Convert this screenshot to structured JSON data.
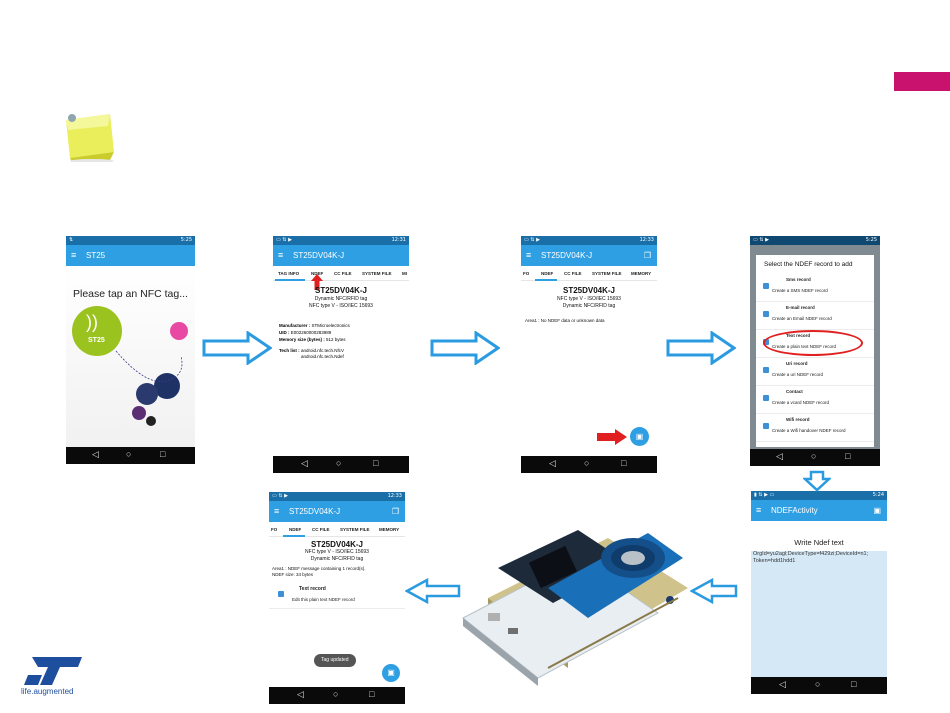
{
  "colors": {
    "accent": "#c8126e",
    "appbar": "#2f9fe3",
    "statusbar": "#1a6fa8",
    "arrow": "#2a9be0",
    "red": "#e02020"
  },
  "phone1": {
    "status_time": "5:25",
    "app_title": "ST25",
    "prompt": "Please tap an NFC tag...",
    "logo_text": "ST25"
  },
  "phone2": {
    "status_time": "12:31",
    "app_title": "ST25DV04K-J",
    "tabs": [
      "TAG INFO",
      "NDEF",
      "CC FILE",
      "SYSTEM FILE",
      "MI"
    ],
    "tag_name": "ST25DV04K-J",
    "line1": "Dynamic NFC/RFID tag",
    "line2": "NFC type V - ISO/IEC 15693",
    "manufacturer_label": "Manufacturer :",
    "manufacturer_value": "STMicroelectronics",
    "uid_label": "UID :",
    "uid_value": "E002260000283989",
    "memory_label": "Memory size (bytes) :",
    "memory_value": "512 bytes",
    "tech_label": "Tech list :",
    "tech_value1": "android.nfc.tech.NfcV",
    "tech_value2": "android.nfc.tech.Ndef"
  },
  "phone3": {
    "status_time": "12:33",
    "app_title": "ST25DV04K-J",
    "tabs": [
      "FO",
      "NDEF",
      "CC FILE",
      "SYSTEM FILE",
      "MEMORY"
    ],
    "tag_name": "ST25DV04K-J",
    "line1": "NFC type V - ISO/IEC 15693",
    "line2": "Dynamic NFC/RFID tag",
    "area_text": "Area1 : No NDEF data or unknown data"
  },
  "phone4": {
    "status_time": "5:25",
    "dialog_title": "Select the NDEF record to add",
    "records": [
      {
        "title": "Sms record",
        "subtitle": "Create a SMS NDEF record"
      },
      {
        "title": "E-mail record",
        "subtitle": "Create an Email NDEF record"
      },
      {
        "title": "Text record",
        "subtitle": "Create a plain text NDEF record"
      },
      {
        "title": "Uri record",
        "subtitle": "Create a uri NDEF record"
      },
      {
        "title": "Contact",
        "subtitle": "Create a vcard NDEF record"
      },
      {
        "title": "Wifi record",
        "subtitle": "Create a Wifi handover NDEF record"
      }
    ]
  },
  "phone5": {
    "status_time": "5:24",
    "app_title": "NDEFActivity",
    "heading": "Write Ndef text",
    "text_line1": "OrgId=yu2agl;DeviceType=f429zi;DeviceId=n1;",
    "text_line2": "Token=hdd1hdd1"
  },
  "phone6": {
    "status_time": "12:33",
    "app_title": "ST25DV04K-J",
    "tabs": [
      "FO",
      "NDEF",
      "CC FILE",
      "SYSTEM FILE",
      "MEMORY"
    ],
    "tag_name": "ST25DV04K-J",
    "line1": "NFC type V - ISO/IEC 15693",
    "line2": "Dynamic NFC/RFID tag",
    "area_text": "Area1 : NDEF message containing 1 record(s).",
    "area_text2": "NDEF size: 34 bytes",
    "record_title": "Text record",
    "record_subtitle": "Edit this plain text NDEF record",
    "toast": "Tag updated"
  },
  "logo": {
    "brand": "ST",
    "tagline": "life.augmented"
  }
}
